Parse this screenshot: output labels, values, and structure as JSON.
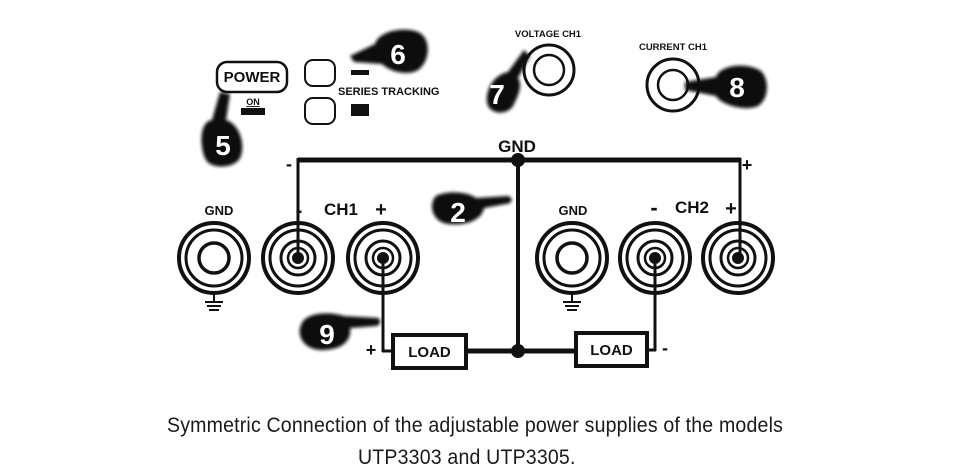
{
  "diagram": {
    "front_panel": {
      "power_button_label": "POWER",
      "power_on_label": "ON",
      "series_tracking_label": "SERIES TRACKING",
      "voltage_knob_label": "VOLTAGE CH1",
      "current_knob_label": "CURRENT CH1"
    },
    "callouts": [
      {
        "number": "5",
        "target": "power-button"
      },
      {
        "number": "6",
        "target": "series-tracking-buttons"
      },
      {
        "number": "7",
        "target": "voltage-ch1-knob"
      },
      {
        "number": "8",
        "target": "current-ch1-knob"
      },
      {
        "number": "2",
        "target": "gnd-bus"
      },
      {
        "number": "9",
        "target": "load-wiring"
      }
    ],
    "wiring": {
      "gnd_bus_label": "GND",
      "bus_left_polarity": "-",
      "bus_right_polarity": "+",
      "load1_polarity": "+",
      "load2_polarity": "-"
    },
    "channels": [
      {
        "name": "CH1",
        "gnd_label": "GND",
        "neg_sign": "-",
        "pos_sign": "+"
      },
      {
        "name": "CH2",
        "gnd_label": "GND",
        "neg_sign": "-",
        "pos_sign": "+"
      }
    ],
    "loads": [
      {
        "label": "LOAD"
      },
      {
        "label": "LOAD"
      }
    ]
  },
  "caption": {
    "line1": "Symmetric Connection of the adjustable power supplies of the models",
    "line2": "UTP3303 and UTP3305."
  }
}
